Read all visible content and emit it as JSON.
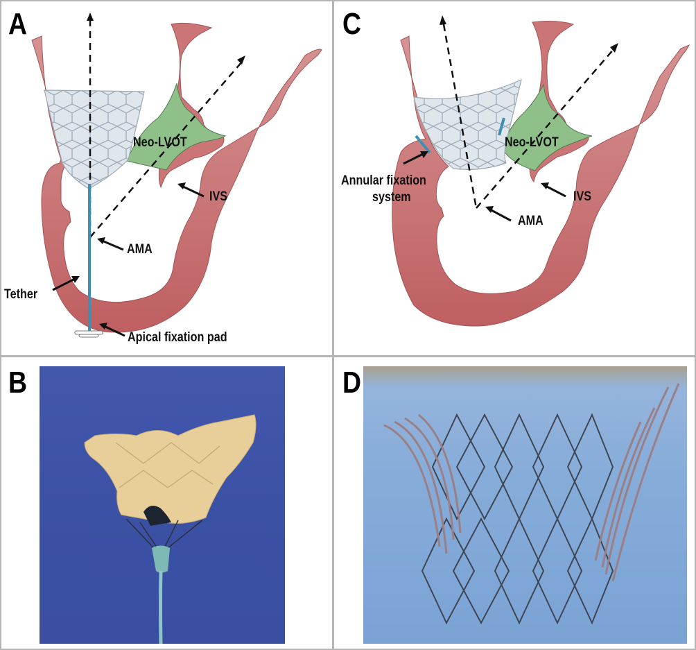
{
  "figure": {
    "panels": [
      {
        "id": "A",
        "kind": "illustration",
        "labels": {
          "neo_lvot": "Neo-LVOT",
          "ivs": "IVS",
          "ama": "AMA",
          "tether": "Tether",
          "apical_pad": "Apical fixation pad"
        }
      },
      {
        "id": "B",
        "kind": "photograph",
        "description": "Tether-anchored valve prosthesis on blue cloth"
      },
      {
        "id": "C",
        "kind": "illustration",
        "labels": {
          "neo_lvot": "Neo-LVOT",
          "ivs": "IVS",
          "ama": "AMA",
          "annular_line1": "Annular fixation",
          "annular_line2": "system"
        }
      },
      {
        "id": "D",
        "kind": "photograph",
        "description": "Bare metal stent frame with flared arms on blue drape"
      }
    ],
    "colors": {
      "myocardium": "#c7686a",
      "myocardium_light": "#d69393",
      "neo_lvot": "#8fc08a",
      "valve_frame": "#dfe6ec",
      "tether": "#3f8fb3",
      "background_photo_b": "#3f56a8",
      "background_photo_d": "#7fa8d8",
      "divider": "#b5b5b5"
    }
  }
}
